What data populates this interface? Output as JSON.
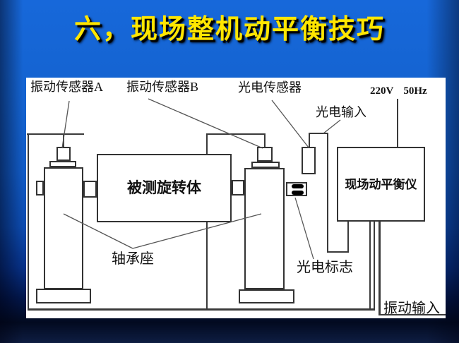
{
  "slide": {
    "title": "六，现场整机动平衡技巧",
    "colors": {
      "title_yellow": "#ffe600",
      "background_blue_top": "#1768da",
      "background_navy_bottom": "#020a20",
      "panel_white": "#ffffff",
      "line_black": "#3a3a3a",
      "mark_black": "#000000"
    }
  },
  "diagram": {
    "labels": {
      "sensor_a": "振动传感器A",
      "sensor_b": "振动传感器B",
      "photo_sensor": "光电传感器",
      "power_voltage": "220V",
      "power_frequency": "50Hz",
      "photo_input": "光电输入",
      "rotor": "被测旋转体",
      "balancer": "现场动平衡仪",
      "bearing_seat": "轴承座",
      "photo_mark": "光电标志",
      "vibration_input": "振动输入"
    }
  }
}
